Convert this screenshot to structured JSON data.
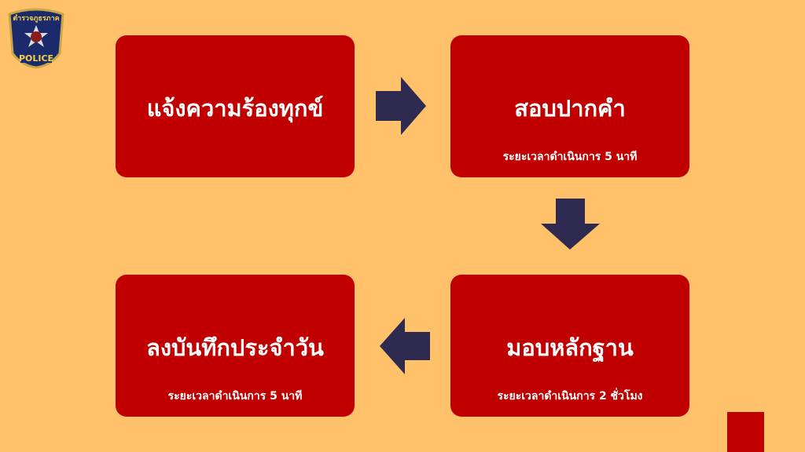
{
  "logo": {
    "text": "ตำรวจภูธรภาค",
    "label": "POLICE"
  },
  "steps": [
    {
      "title": "แจ้งความร้องทุกข์",
      "subtitle": ""
    },
    {
      "title": "สอบปากคำ",
      "subtitle": "ระยะเวลาดำเนินการ 5 นาที"
    },
    {
      "title": "มอบหลักฐาน",
      "subtitle": "ระยะเวลาดำเนินการ 2 ชั่วโมง"
    },
    {
      "title": "ลงบันทึกประจำวัน",
      "subtitle": "ระยะเวลาดำเนินการ 5 นาที"
    }
  ],
  "colors": {
    "background": "#FFC26A",
    "box": "#C00000",
    "arrow": "#2E2A50"
  }
}
